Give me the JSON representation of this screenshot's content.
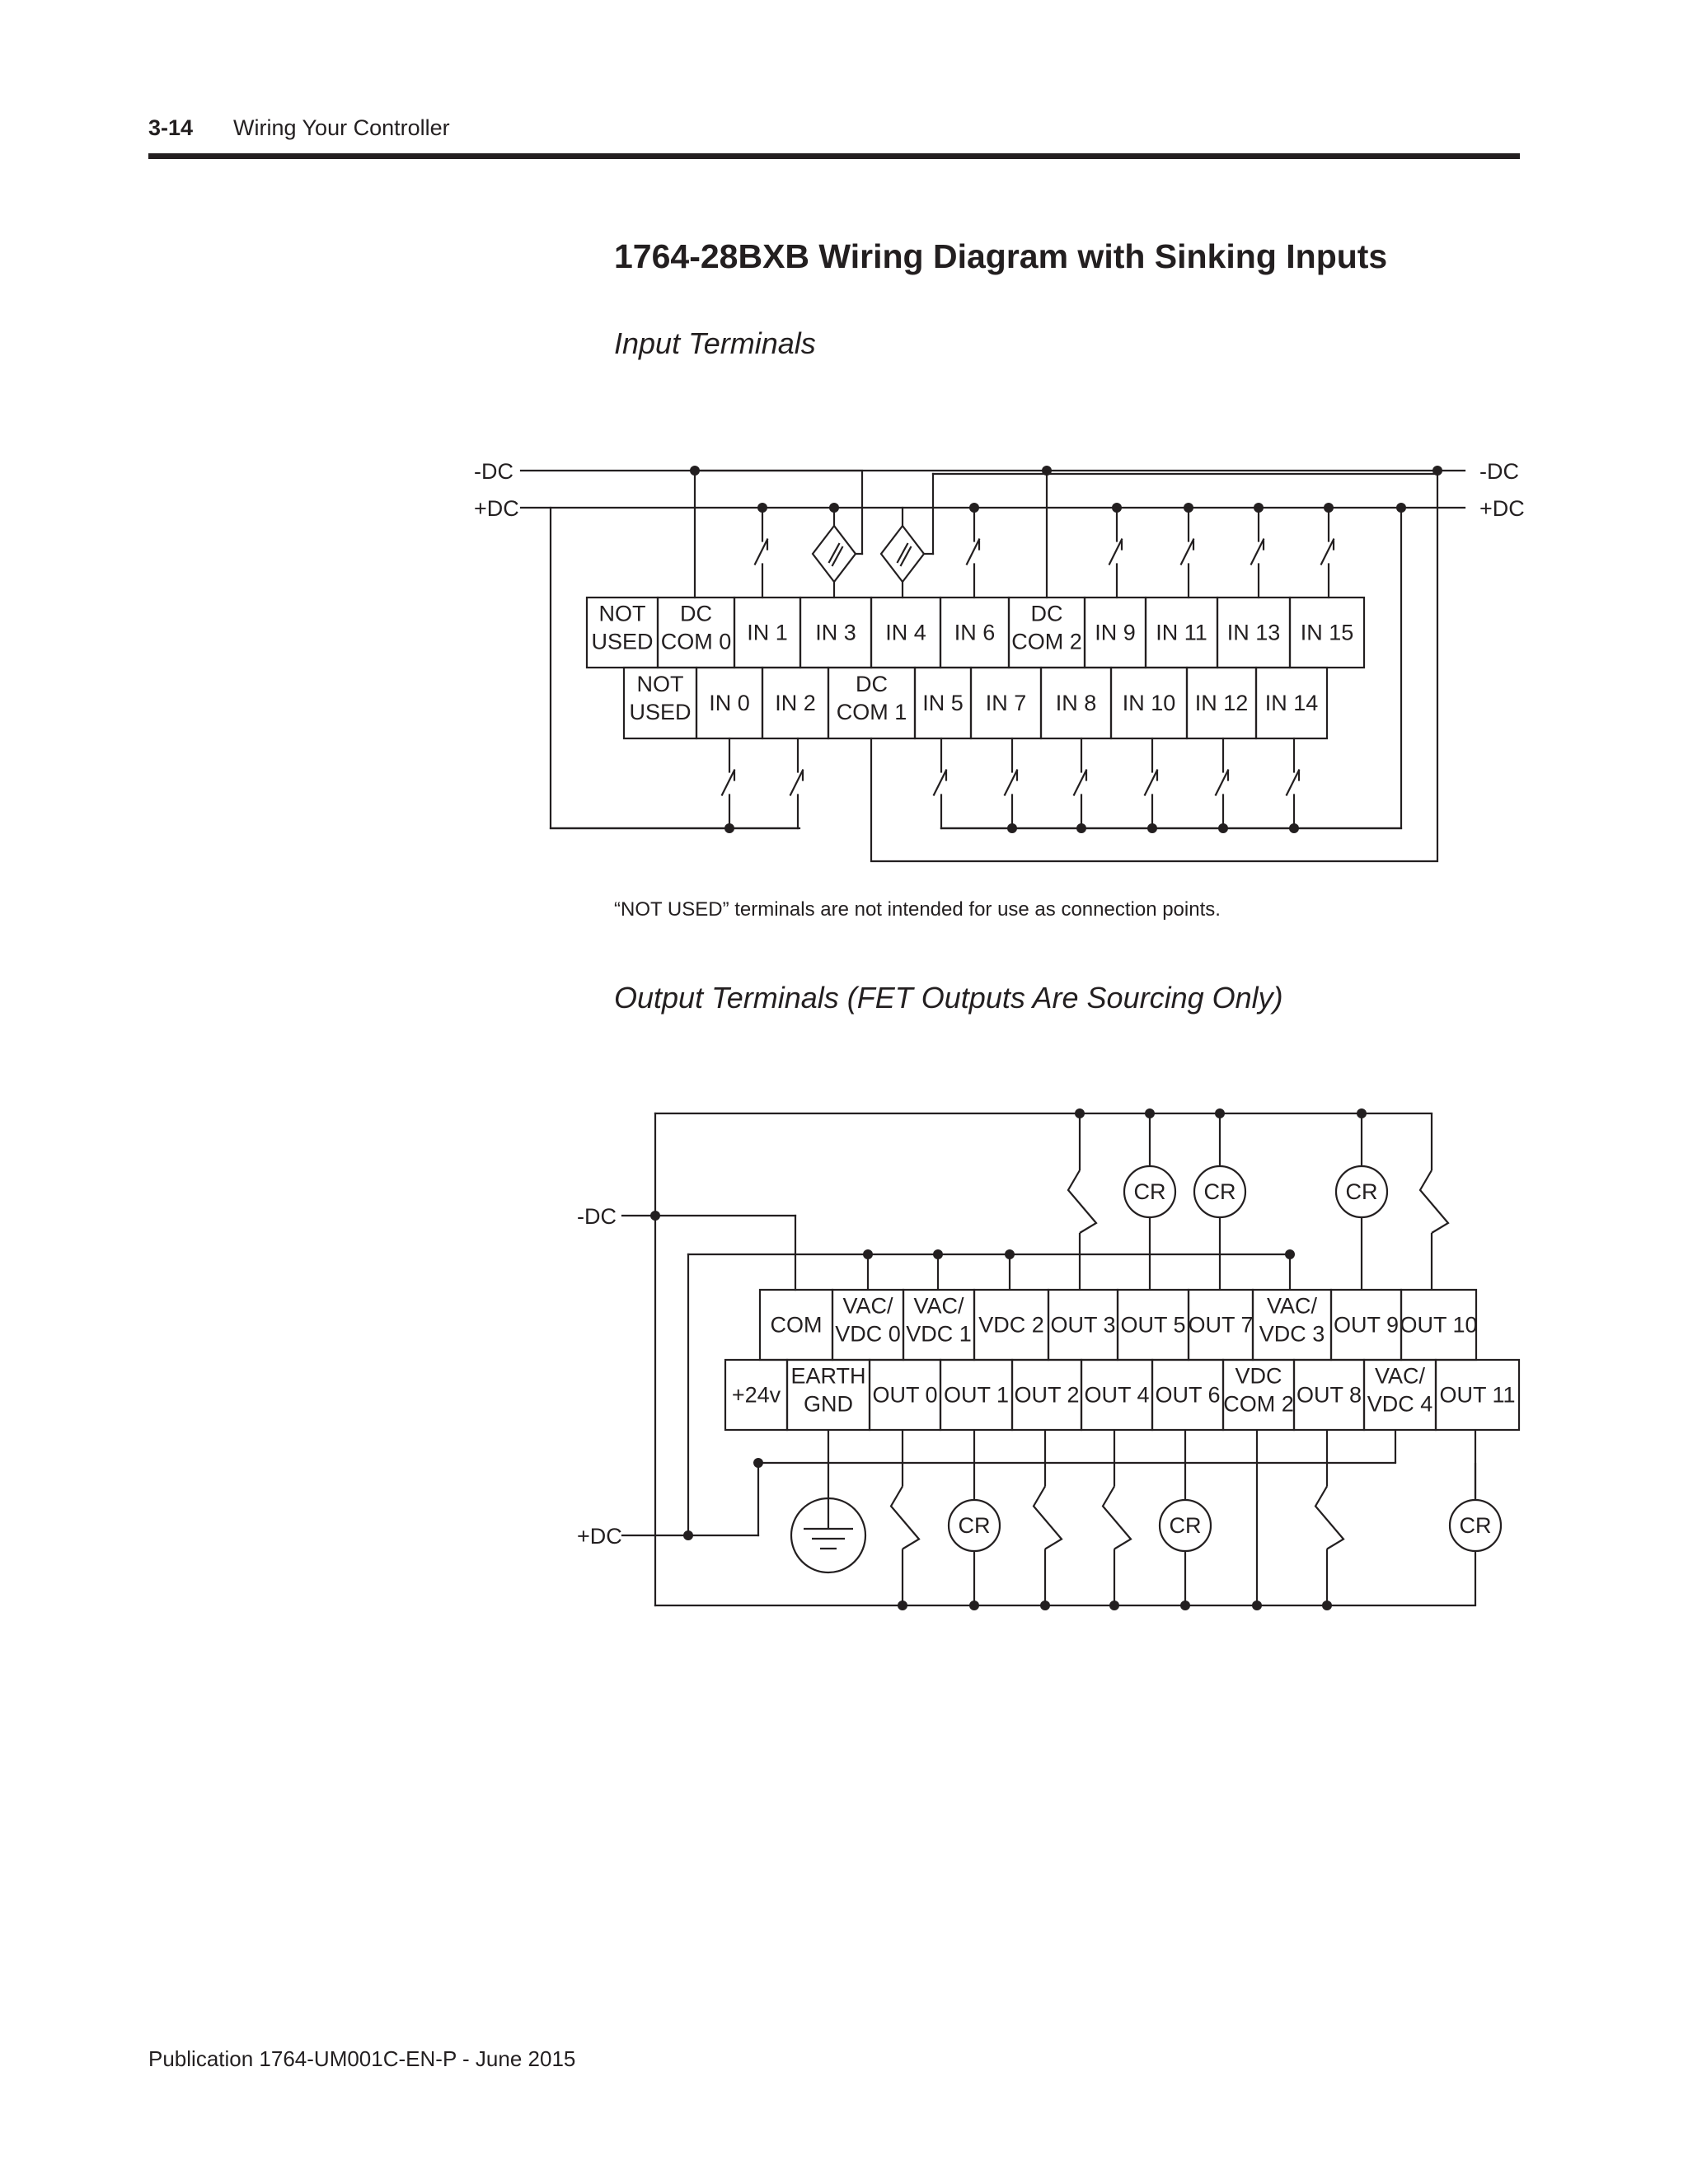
{
  "header": {
    "page_number": "3-14",
    "chapter": "Wiring Your Controller"
  },
  "title": "1764-28BXB Wiring Diagram with Sinking Inputs",
  "input_section": {
    "heading": "Input Terminals",
    "rail_labels": {
      "neg": "-DC",
      "pos": "+DC"
    },
    "top_row": [
      [
        "NOT",
        "USED"
      ],
      [
        "DC",
        "COM 0"
      ],
      [
        "IN 1"
      ],
      [
        "IN 3"
      ],
      [
        "IN 4"
      ],
      [
        "IN 6"
      ],
      [
        "DC",
        "COM 2"
      ],
      [
        "IN 9"
      ],
      [
        "IN 11"
      ],
      [
        "IN 13"
      ],
      [
        "IN 15"
      ]
    ],
    "bottom_row": [
      [
        "NOT",
        "USED"
      ],
      [
        "IN 0"
      ],
      [
        "IN 2"
      ],
      [
        "DC",
        "COM 1"
      ],
      [
        "IN 5"
      ],
      [
        "IN 7"
      ],
      [
        "IN 8"
      ],
      [
        "IN 10"
      ],
      [
        "IN 12"
      ],
      [
        "IN 14"
      ]
    ]
  },
  "note": "“NOT USED” terminals are not intended for use as connection points.",
  "output_section": {
    "heading": "Output Terminals (FET Outputs Are Sourcing Only)",
    "rail_labels": {
      "neg": "-DC",
      "pos": "+DC"
    },
    "top_row": [
      [
        "COM"
      ],
      [
        "VAC/",
        "VDC 0"
      ],
      [
        "VAC/",
        "VDC 1"
      ],
      [
        "VDC 2"
      ],
      [
        "OUT 3"
      ],
      [
        "OUT 5"
      ],
      [
        "OUT 7"
      ],
      [
        "VAC/",
        "VDC 3"
      ],
      [
        "OUT 9"
      ],
      [
        "OUT 10"
      ]
    ],
    "bottom_row": [
      [
        "+24v"
      ],
      [
        "EARTH",
        "GND"
      ],
      [
        "OUT 0"
      ],
      [
        "OUT 1"
      ],
      [
        "OUT 2"
      ],
      [
        "OUT 4"
      ],
      [
        "OUT 6"
      ],
      [
        "VDC",
        "COM 2"
      ],
      [
        "OUT 8"
      ],
      [
        "VAC/",
        "VDC 4"
      ],
      [
        "OUT 11"
      ]
    ],
    "relay_label": "CR"
  },
  "footer": "Publication 1764-UM001C-EN-P - June 2015"
}
